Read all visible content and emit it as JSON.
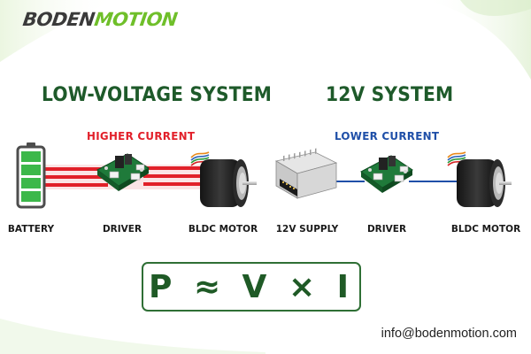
{
  "brand": {
    "part1": "BODEN",
    "part2": "MOTION"
  },
  "left_section": {
    "title": "LOW-VOLTAGE SYSTEM",
    "current_label": "HIGHER CURRENT",
    "labels": {
      "battery": "BATTERY",
      "driver": "DRIVER",
      "motor": "BLDC MOTOR"
    }
  },
  "right_section": {
    "title": "12V SYSTEM",
    "current_label": "LOWER CURRENT",
    "labels": {
      "supply": "12V SUPPLY",
      "driver": "DRIVER",
      "motor": "BLDC MOTOR"
    }
  },
  "formula": "P ≈ V × I",
  "contact_email": "info@bodenmotion.com",
  "colors": {
    "title_green": "#1e5a2a",
    "higher_current_red": "#e2202a",
    "lower_current_blue": "#1f4fa8",
    "battery_green": "#3cb84a",
    "pcb_green": "#1f7a3a",
    "brand_green": "#6fbf2a"
  },
  "icons": [
    "battery-icon",
    "driver-board-icon",
    "bldc-motor-icon",
    "power-supply-icon"
  ]
}
